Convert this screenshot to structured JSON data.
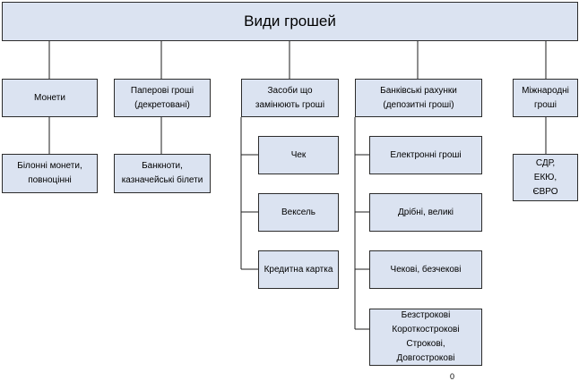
{
  "title": "Види грошей",
  "categories": {
    "coins": "Монети",
    "paper": "Паперові гроші\n(декретовані)",
    "substitutes": "Засоби що\nзамінюють гроші",
    "bank_accounts": "Банківські рахунки\n(депозитні гроші)",
    "international": "Міжнародні\nгроші"
  },
  "children": {
    "coins": [
      "Білонні монети,\nповноцінні"
    ],
    "paper": [
      "Банкноти,\nказначейські білети"
    ],
    "substitutes": [
      "Чек",
      "Вексель",
      "Кредитна картка"
    ],
    "bank_accounts": [
      "Електронні гроші",
      "Дрібні, великі",
      "Чекові, безчекові",
      "Безстрокові\nКороткострокові\nСтрокові,\nДовгострокові"
    ],
    "international": [
      "СДР,\nЕКЮ,\nЄВРО"
    ]
  },
  "stray_mark": "0"
}
